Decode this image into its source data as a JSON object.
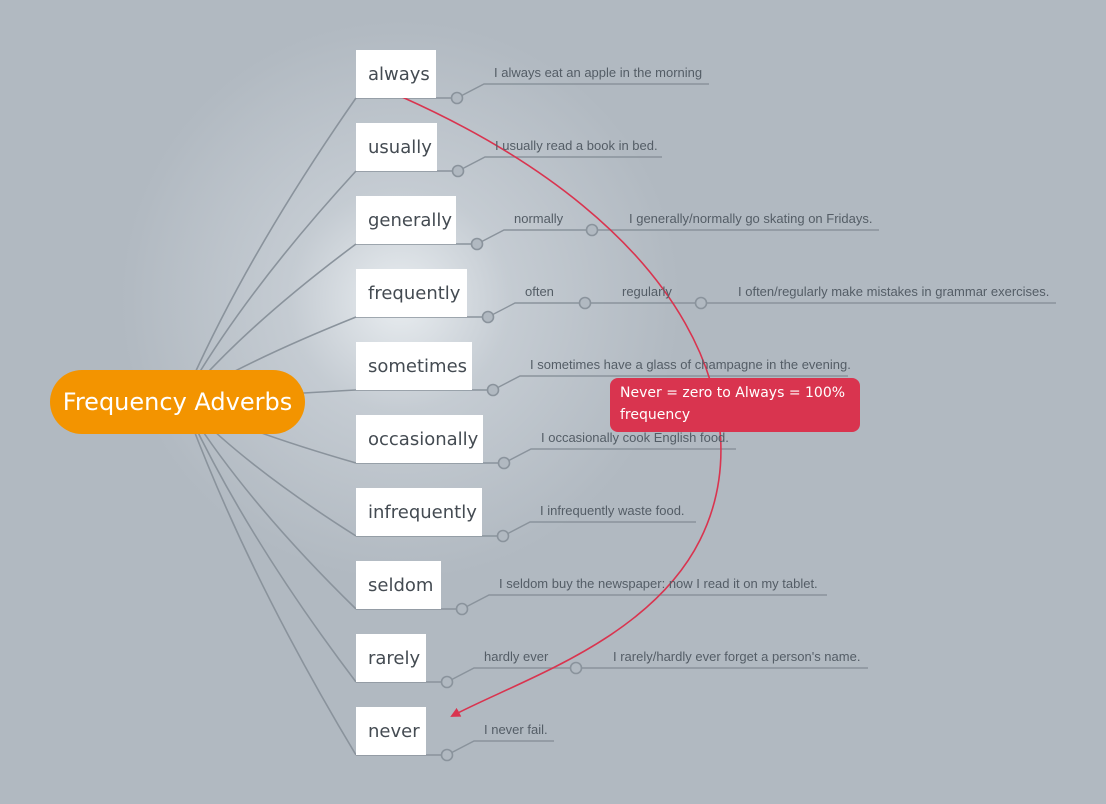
{
  "central_topic": "Frequency Adverbs",
  "callout": "Never = zero to Always = 100% frequency",
  "colors": {
    "central": "#f39400",
    "callout": "#d9344f",
    "line": "#8a939c",
    "background": "#b1b9c1"
  },
  "adverbs": [
    {
      "word": "always",
      "synonyms": [],
      "example": "I always eat an apple in the morning"
    },
    {
      "word": "usually",
      "synonyms": [],
      "example": "I usually read a book in bed."
    },
    {
      "word": "generally",
      "synonyms": [
        "normally"
      ],
      "example": "I generally/normally go skating on Fridays."
    },
    {
      "word": "frequently",
      "synonyms": [
        "often",
        "regularly"
      ],
      "example": "I often/regularly make mistakes in grammar exercises."
    },
    {
      "word": "sometimes",
      "synonyms": [],
      "example": "I sometimes have a glass of champagne in the evening."
    },
    {
      "word": "occasionally",
      "synonyms": [],
      "example": "I occasionally cook English food."
    },
    {
      "word": "infrequently",
      "synonyms": [],
      "example": "I infrequently waste food."
    },
    {
      "word": "seldom",
      "synonyms": [],
      "example": "I seldom buy the newspaper: now I read it on my tablet."
    },
    {
      "word": "rarely",
      "synonyms": [
        "hardly ever"
      ],
      "example": "I rarely/hardly ever forget a person's name."
    },
    {
      "word": "never",
      "synonyms": [],
      "example": "I never fail."
    }
  ]
}
